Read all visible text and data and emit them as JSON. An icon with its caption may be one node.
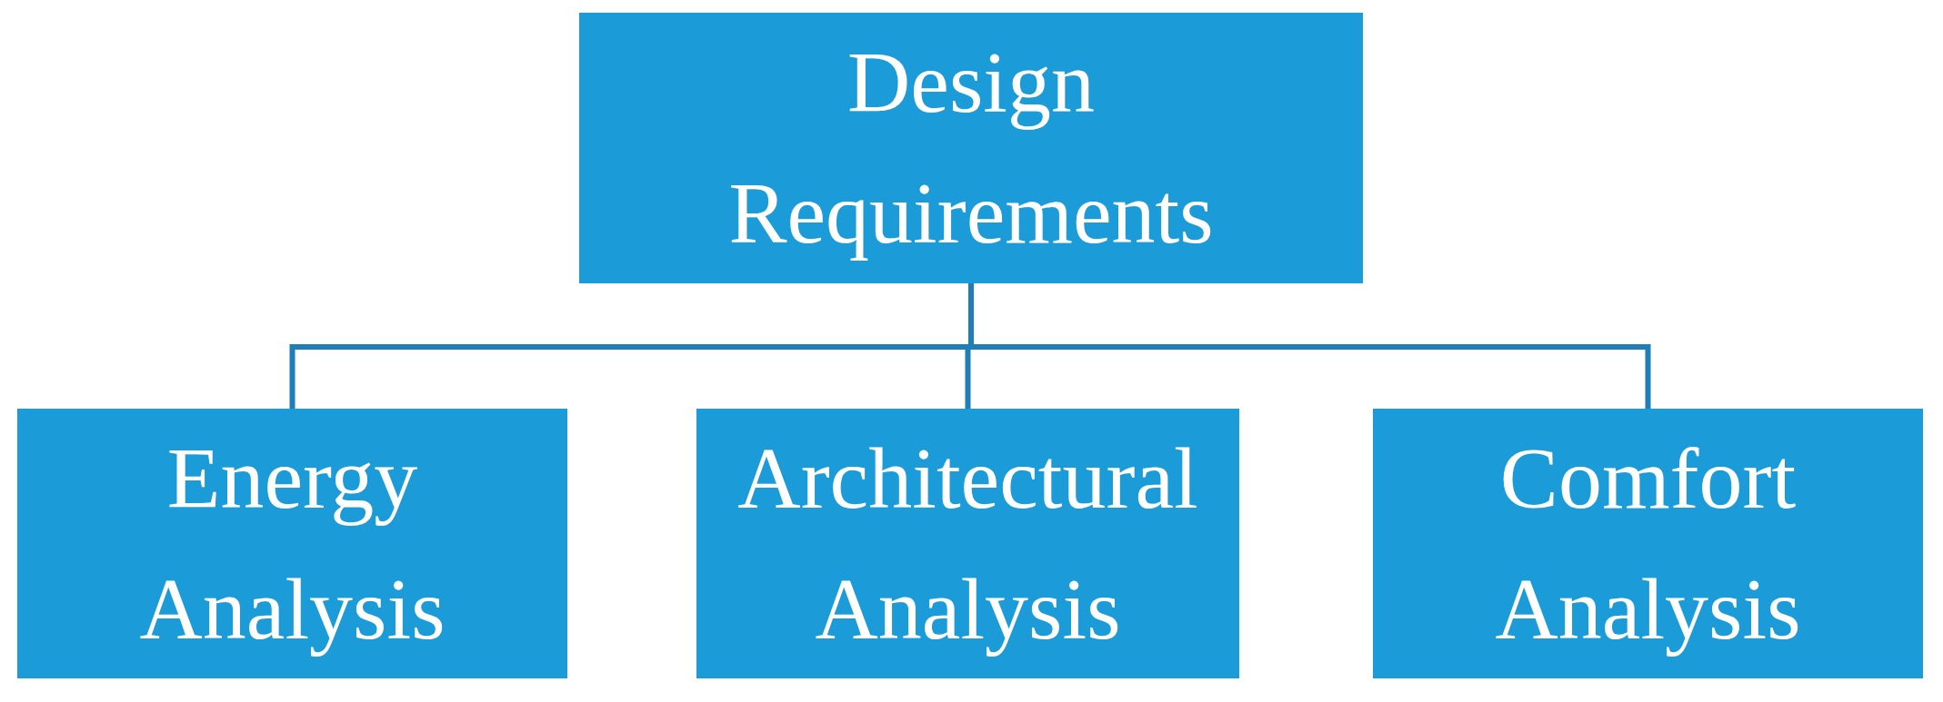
{
  "diagram": {
    "nodes": [
      {
        "text": [
          "Design Requirements"
        ]
      },
      {
        "text": [
          "Energy Analysis"
        ]
      },
      {
        "text": [
          "Architectural Analysis"
        ]
      },
      {
        "text": [
          "Comfort Analysis"
        ]
      }
    ],
    "edges": [
      {
        "from": 0,
        "to": 1,
        "arrow": "none"
      },
      {
        "from": 0,
        "to": 2,
        "arrow": "none"
      },
      {
        "from": 0,
        "to": 3,
        "arrow": "none"
      }
    ]
  }
}
